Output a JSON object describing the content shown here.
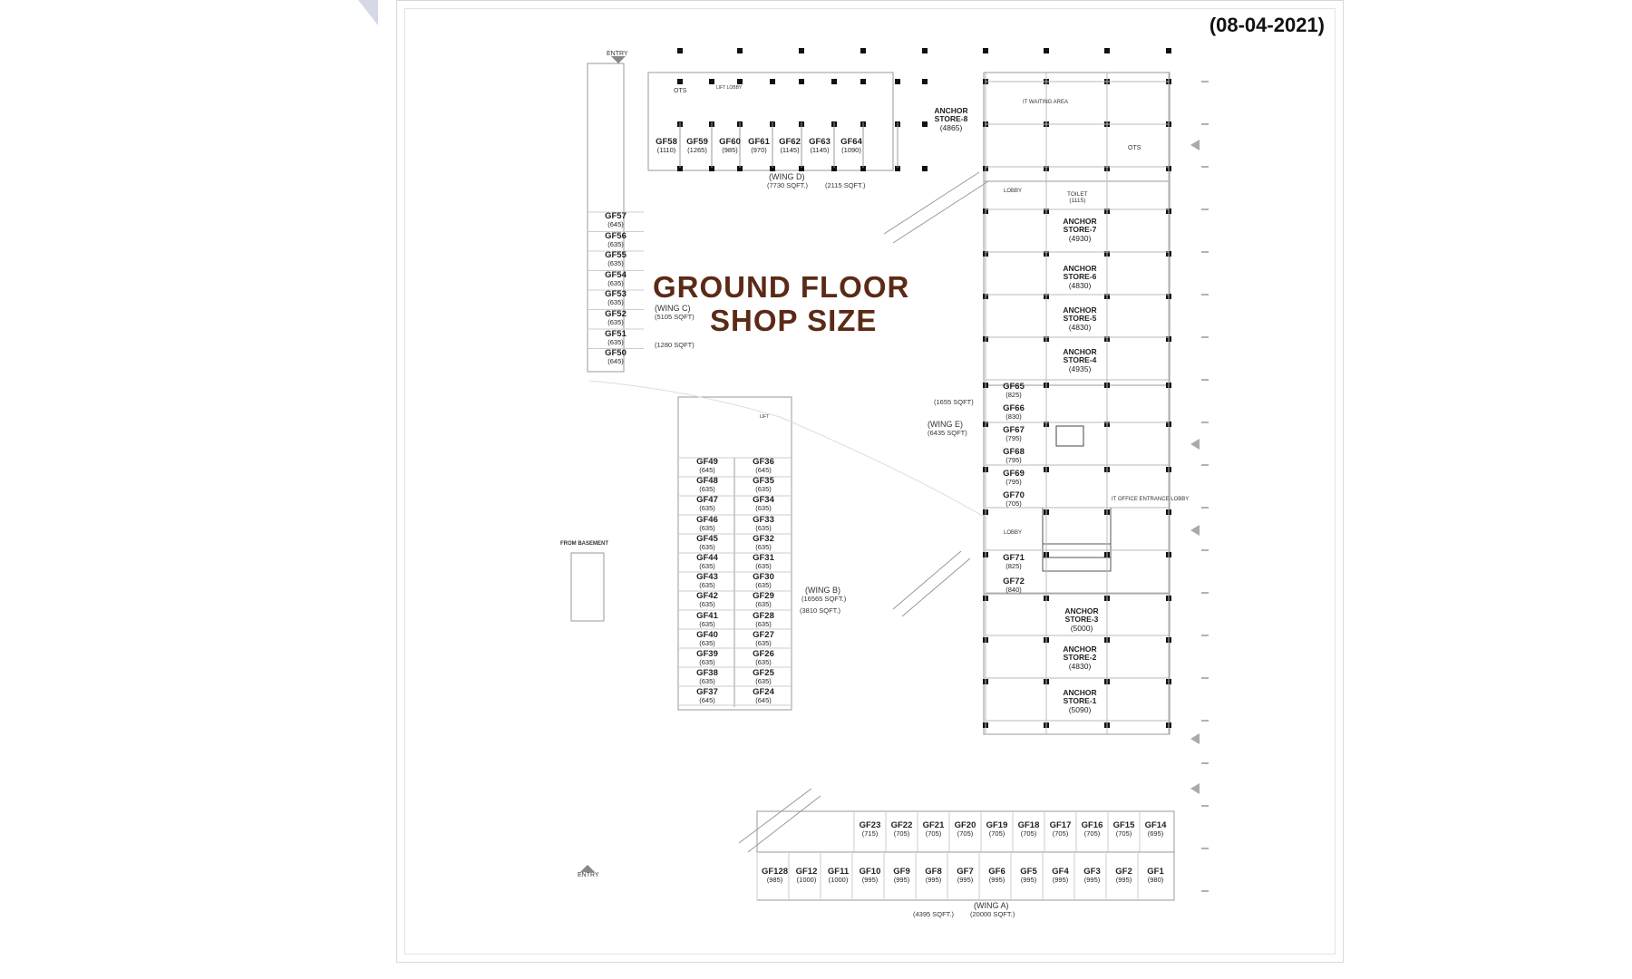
{
  "sheet": {
    "date": "(08-04-2021)",
    "title_line1": "GROUND FLOOR",
    "title_line2": "SHOP SIZE"
  },
  "labels": {
    "entry_top": "ENTRY",
    "entry_bottom": "ENTRY",
    "from_basement": "FROM BASEMENT",
    "lift": "LIFT",
    "lift_lobby": "LIFT LOBBY",
    "ots_left": "OTS",
    "ots_right": "OTS",
    "lobby_top": "LOBBY",
    "toilet": "TOILET",
    "toilet_area": "(1115)",
    "it_waiting": "IT WAITING AREA",
    "lobby_mid": "LOBBY",
    "it_office_lobby": "IT OFFICE ENTRANCE LOBBY"
  },
  "wings": {
    "d": {
      "name": "(WING D)",
      "area": "(7730 SQFT.)",
      "extra": "(2115 SQFT.)"
    },
    "c": {
      "name": "(WING C)",
      "area": "(5105 SQFT)",
      "extra": "(1280 SQFT)"
    },
    "e": {
      "name": "(WING E)",
      "area": "(6435 SQFT)",
      "extra": "(1655 SQFT)"
    },
    "b": {
      "name": "(WING B)",
      "area": "(16565 SQFT.)",
      "extra": "(3810 SQFT.)"
    },
    "a": {
      "name": "(WING A)",
      "area": "(20000 SQFT.)",
      "extra": "(4395 SQFT.)"
    }
  },
  "anchors": [
    {
      "code": "ANCHOR STORE-8",
      "area": "(4865)"
    },
    {
      "code": "ANCHOR STORE-7",
      "area": "(4930)"
    },
    {
      "code": "ANCHOR STORE-6",
      "area": "(4830)"
    },
    {
      "code": "ANCHOR STORE-5",
      "area": "(4830)"
    },
    {
      "code": "ANCHOR STORE-4",
      "area": "(4935)"
    },
    {
      "code": "ANCHOR STORE-3",
      "area": "(5000)"
    },
    {
      "code": "ANCHOR STORE-2",
      "area": "(4830)"
    },
    {
      "code": "ANCHOR STORE-1",
      "area": "(5090)"
    }
  ],
  "wing_d_shops": [
    {
      "code": "GF58",
      "area": "(1110)"
    },
    {
      "code": "GF59",
      "area": "(1265)"
    },
    {
      "code": "GF60",
      "area": "(985)"
    },
    {
      "code": "GF61",
      "area": "(970)"
    },
    {
      "code": "GF62",
      "area": "(1145)"
    },
    {
      "code": "GF63",
      "area": "(1145)"
    },
    {
      "code": "GF64",
      "area": "(1090)"
    }
  ],
  "wing_c_shops": [
    {
      "code": "GF57",
      "area": "(645)"
    },
    {
      "code": "GF56",
      "area": "(635)"
    },
    {
      "code": "GF55",
      "area": "(635)"
    },
    {
      "code": "GF54",
      "area": "(635)"
    },
    {
      "code": "GF53",
      "area": "(635)"
    },
    {
      "code": "GF52",
      "area": "(635)"
    },
    {
      "code": "GF51",
      "area": "(635)"
    },
    {
      "code": "GF50",
      "area": "(645)"
    }
  ],
  "wing_b_left": [
    {
      "code": "GF49",
      "area": "(645)"
    },
    {
      "code": "GF48",
      "area": "(635)"
    },
    {
      "code": "GF47",
      "area": "(635)"
    },
    {
      "code": "GF46",
      "area": "(635)"
    },
    {
      "code": "GF45",
      "area": "(635)"
    },
    {
      "code": "GF44",
      "area": "(635)"
    },
    {
      "code": "GF43",
      "area": "(635)"
    },
    {
      "code": "GF42",
      "area": "(635)"
    },
    {
      "code": "GF41",
      "area": "(635)"
    },
    {
      "code": "GF40",
      "area": "(635)"
    },
    {
      "code": "GF39",
      "area": "(635)"
    },
    {
      "code": "GF38",
      "area": "(635)"
    },
    {
      "code": "GF37",
      "area": "(645)"
    }
  ],
  "wing_b_right": [
    {
      "code": "GF36",
      "area": "(645)"
    },
    {
      "code": "GF35",
      "area": "(635)"
    },
    {
      "code": "GF34",
      "area": "(635)"
    },
    {
      "code": "GF33",
      "area": "(635)"
    },
    {
      "code": "GF32",
      "area": "(635)"
    },
    {
      "code": "GF31",
      "area": "(635)"
    },
    {
      "code": "GF30",
      "area": "(635)"
    },
    {
      "code": "GF29",
      "area": "(635)"
    },
    {
      "code": "GF28",
      "area": "(635)"
    },
    {
      "code": "GF27",
      "area": "(635)"
    },
    {
      "code": "GF26",
      "area": "(635)"
    },
    {
      "code": "GF25",
      "area": "(635)"
    },
    {
      "code": "GF24",
      "area": "(645)"
    }
  ],
  "wing_e_shops": [
    {
      "code": "GF65",
      "area": "(825)"
    },
    {
      "code": "GF66",
      "area": "(830)"
    },
    {
      "code": "GF67",
      "area": "(795)"
    },
    {
      "code": "GF68",
      "area": "(795)"
    },
    {
      "code": "GF69",
      "area": "(795)"
    },
    {
      "code": "GF70",
      "area": "(705)"
    },
    {
      "code": "GF71",
      "area": "(825)"
    },
    {
      "code": "GF72",
      "area": "(840)"
    }
  ],
  "wing_a_top": [
    {
      "code": "GF23",
      "area": "(715)"
    },
    {
      "code": "GF22",
      "area": "(705)"
    },
    {
      "code": "GF21",
      "area": "(705)"
    },
    {
      "code": "GF20",
      "area": "(705)"
    },
    {
      "code": "GF19",
      "area": "(705)"
    },
    {
      "code": "GF18",
      "area": "(705)"
    },
    {
      "code": "GF17",
      "area": "(705)"
    },
    {
      "code": "GF16",
      "area": "(705)"
    },
    {
      "code": "GF15",
      "area": "(705)"
    },
    {
      "code": "GF14",
      "area": "(695)"
    }
  ],
  "wing_a_bottom": [
    {
      "code": "GF128",
      "area": "(985)"
    },
    {
      "code": "GF12",
      "area": "(1000)"
    },
    {
      "code": "GF11",
      "area": "(1000)"
    },
    {
      "code": "GF10",
      "area": "(995)"
    },
    {
      "code": "GF9",
      "area": "(995)"
    },
    {
      "code": "GF8",
      "area": "(995)"
    },
    {
      "code": "GF7",
      "area": "(995)"
    },
    {
      "code": "GF6",
      "area": "(995)"
    },
    {
      "code": "GF5",
      "area": "(995)"
    },
    {
      "code": "GF4",
      "area": "(995)"
    },
    {
      "code": "GF3",
      "area": "(995)"
    },
    {
      "code": "GF2",
      "area": "(995)"
    },
    {
      "code": "GF1",
      "area": "(980)"
    }
  ]
}
